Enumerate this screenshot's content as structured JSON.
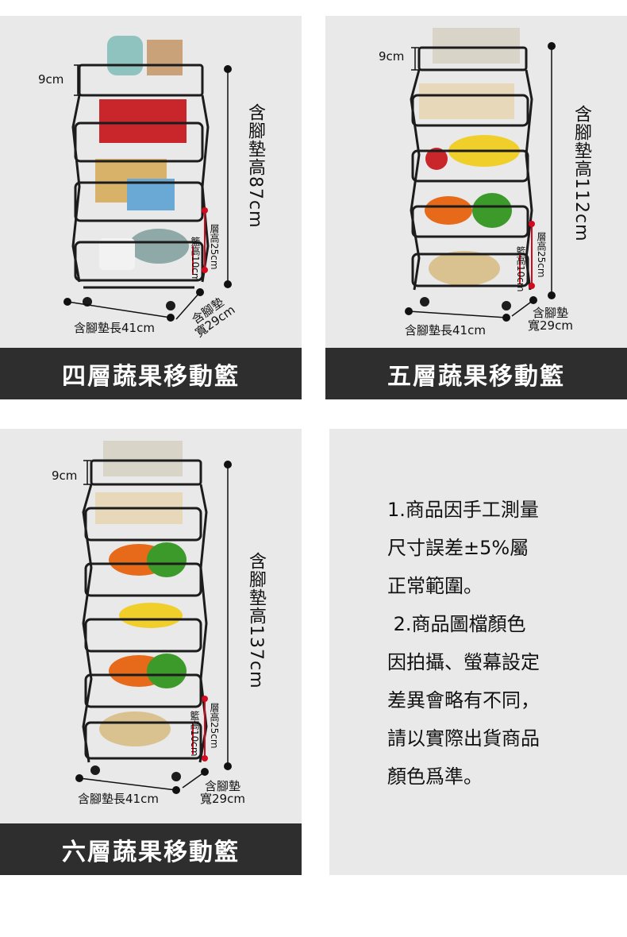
{
  "panels": {
    "four": {
      "caption": "四層蔬果移動籃",
      "top_height": "9cm",
      "total_height": "含腳墊高87cm",
      "layer_height": "層高25cm",
      "basket_height": "籃高10cm",
      "length": "含腳墊長41cm",
      "width_line1": "含腳墊",
      "width_line2": "寬29cm"
    },
    "five": {
      "caption": "五層蔬果移動籃",
      "top_height": "9cm",
      "total_height": "含腳墊高112cm",
      "layer_height": "層高25cm",
      "basket_height": "籃高10cm",
      "length": "含腳墊長41cm",
      "width_line1": "含腳墊",
      "width_line2": "寬29cm"
    },
    "six": {
      "caption": "六層蔬果移動籃",
      "top_height": "9cm",
      "total_height": "含腳墊高137cm",
      "layer_height": "層高25cm",
      "basket_height": "籃高10cm",
      "length": "含腳墊長41cm",
      "width_line1": "含腳墊",
      "width_line2": "寬29cm"
    }
  },
  "notes": {
    "line1": "1.商品因手工測量",
    "line2": "尺寸誤差±5%屬",
    "line3": "正常範圍。",
    "line4": " 2.商品圖檔顏色",
    "line5": "因拍攝、螢幕設定",
    "line6": "差異會略有不同，",
    "line7": "請以實際出貨商品",
    "line8": "顏色爲準。"
  },
  "colors": {
    "panel_bg": "#e9e9e9",
    "caption_bg": "#2e2e2e",
    "accent_red": "#d10a1f",
    "rack": "#1c1c1c"
  }
}
